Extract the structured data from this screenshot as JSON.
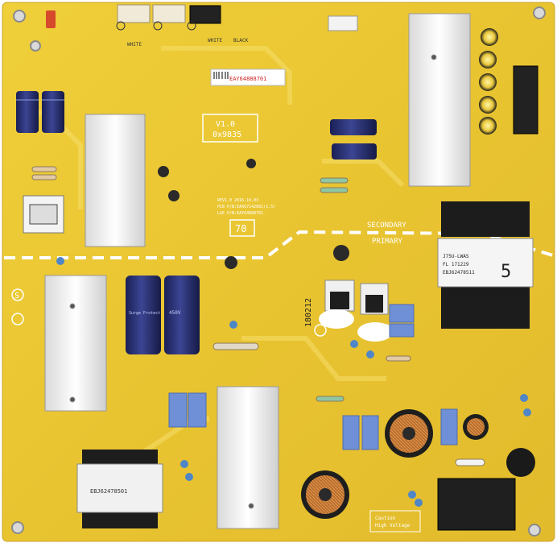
{
  "board": {
    "version_label": "V1.0",
    "version_code": "0x9835",
    "zone_number": "70",
    "secondary_label": "SECONDARY",
    "primary_label": "PRIMARY",
    "barcode_text": "EAY64888701",
    "date_code": "180212",
    "rev_line1": "REV1.0     2016.10.03",
    "rev_line2": "PCB P/N:EAX67142801(1.5)",
    "rev_line3": "LGE P/N:EAY64888701",
    "transformer_label_1": "J75U-LWAS",
    "transformer_label_2": "FL 171229",
    "transformer_label_3": "EBJ62478511",
    "transformer_big_number": "5",
    "small_transformer_label": "EBJ62478501",
    "caution_text_1": "Caution",
    "caution_text_2": "High Voltage",
    "cap_label": "Surge Protect",
    "cap_label_2": "450V",
    "connector_white_1": "WHITE",
    "connector_white_2": "WHITE",
    "connector_black": "BLACK",
    "badge_letter": "S"
  }
}
